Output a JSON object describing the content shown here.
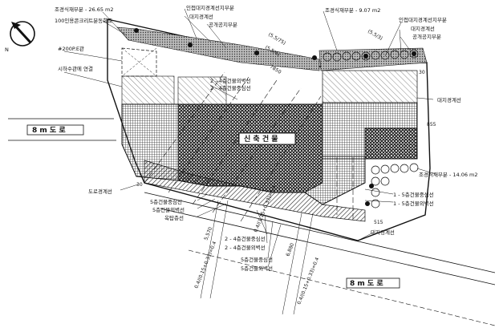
{
  "compass": {
    "letter": "N"
  },
  "roads": {
    "left": "8 m 도 로",
    "bottom": "8 m 도 로"
  },
  "building": {
    "label": "신 축 건 물"
  },
  "labels": {
    "top_left_landscape": "조경식재부분 - 26.65 m2",
    "top_left_fence": "100인용콘크리트분동화조",
    "top_mid_adjacent": "인접대지경계선지부분",
    "top_mid_boundary": "대지경계선",
    "top_mid_sidewalk": "공개공지부분",
    "top_right_landscape": "조경식재부분 - 9.07 m2",
    "top_right_adjacent": "인접대지경계선지부분",
    "top_right_boundary": "대지경계선",
    "top_right_sidewalk": "공개공지부분",
    "left_item": "#200P.E관",
    "left_existing": "시하수관에 연결",
    "floor24_wall": "2 - 4층건물외벽선",
    "floor24_center": "2 - 4층건물중심선",
    "right_boundary": "대지경계선",
    "right_landscape": "조경식재부분 - 14.06 m2",
    "left_boundary": "도로경계선",
    "floor15_center": "1 - 5층건물중심선",
    "floor15_wall": "1 - 5층건물외벽선",
    "bottom_right_boundary": "대지경계선",
    "b_f5_center": "5층건물중심선",
    "b_f5_wall": "5층건물외벽선",
    "b_roof": "옥탑층선",
    "b_f24_center": "2 - 4층건물중심선",
    "b_f24_wall": "2 - 4층건물외벽선",
    "b_f5_center2": "5층건물중심선",
    "b_f5_wall2": "5층건물외벽선"
  },
  "dimensions": {
    "top_a": "(5.5/75)",
    "top_b": "(5.5/3)",
    "top_c": "(5.5/4)",
    "top_mid": "7850",
    "right_top": "30",
    "right_855": "855",
    "left_30": "30",
    "bottom_515": "515",
    "road_a": "5,570",
    "road_b": "6,880",
    "diag_a": "0.4/(0.15+0.33)=0.4",
    "diag_b": "0.4/(1.15+0.33)=0.4",
    "diag_c": "0.4/(0.15+0.33)=0.4"
  }
}
